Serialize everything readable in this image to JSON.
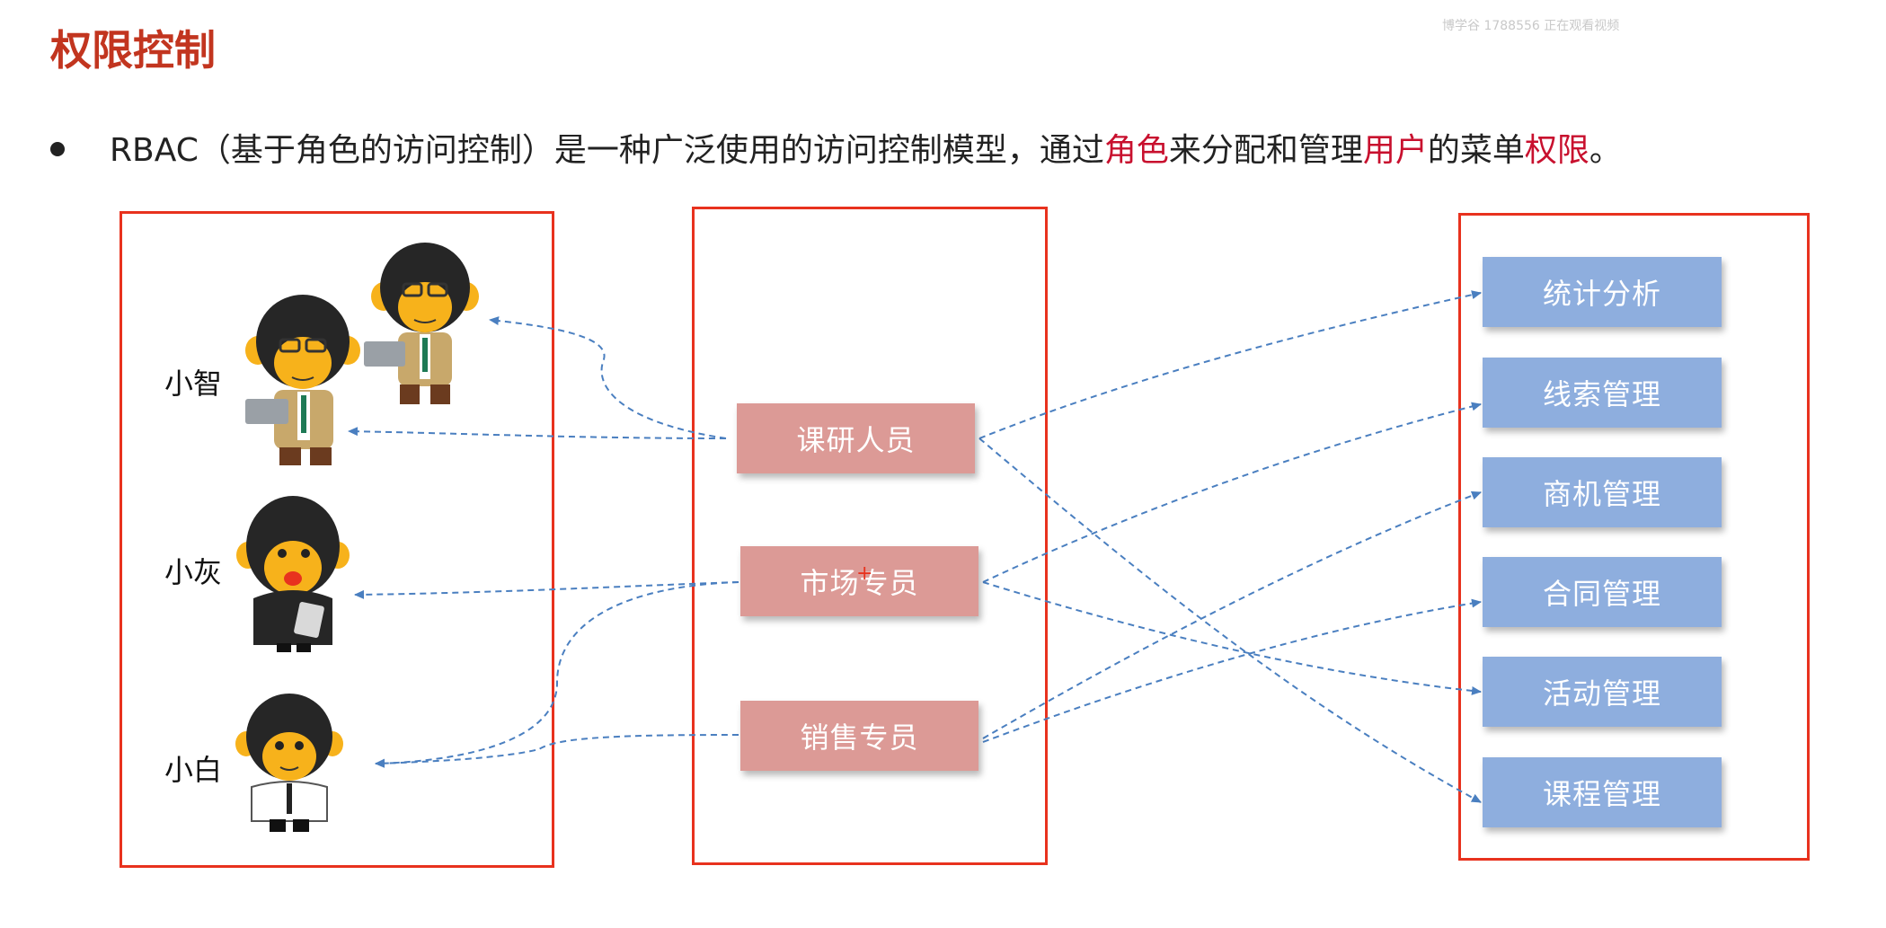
{
  "watermark": "博学谷 1788556 正在观看视频",
  "title": "权限控制",
  "bullet": {
    "parts": [
      {
        "text": "RBAC（基于角色的访问控制）是一种广泛使用的访问控制模型，通过",
        "highlight": false
      },
      {
        "text": "角色",
        "highlight": true
      },
      {
        "text": "来分配和管理",
        "highlight": false
      },
      {
        "text": "用户",
        "highlight": true
      },
      {
        "text": "的菜单",
        "highlight": false
      },
      {
        "text": "权限",
        "highlight": true
      },
      {
        "text": "。",
        "highlight": false
      }
    ]
  },
  "users": [
    {
      "name": "小智",
      "icon": "monkey-teacher-pair-icon"
    },
    {
      "name": "小灰",
      "icon": "monkey-tablet-icon"
    },
    {
      "name": "小白",
      "icon": "monkey-shirt-icon"
    }
  ],
  "roles": [
    {
      "label": "课研人员"
    },
    {
      "label": "市场专员"
    },
    {
      "label": "销售专员"
    }
  ],
  "menus": [
    {
      "label": "统计分析"
    },
    {
      "label": "线索管理"
    },
    {
      "label": "商机管理"
    },
    {
      "label": "合同管理"
    },
    {
      "label": "活动管理"
    },
    {
      "label": "课程管理"
    }
  ],
  "colors": {
    "title": "#c2351f",
    "highlight": "#c8102e",
    "panel_border": "#e8321e",
    "role_fill": "#dc9a96",
    "menu_fill": "#8eaede",
    "arrow": "#4a7fc0"
  }
}
